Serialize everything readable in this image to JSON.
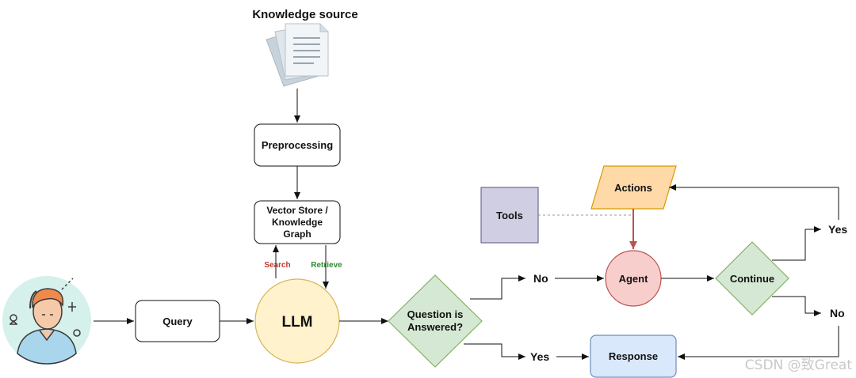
{
  "source": {
    "title": "Knowledge source"
  },
  "nodes": {
    "preprocessing": "Preprocessing",
    "vector_store": [
      "Vector Store /",
      "Knowledge",
      "Graph"
    ],
    "query": "Query",
    "llm": "LLM",
    "question": [
      "Question is",
      "Answered?"
    ],
    "tools": "Tools",
    "actions": "Actions",
    "agent": "Agent",
    "continue": "Continue",
    "response": "Response"
  },
  "edges": {
    "search": "Search",
    "retrieve": "Retrieve",
    "no_top": "No",
    "yes_bottom": "Yes",
    "yes_right": "Yes",
    "no_right": "No"
  },
  "colors": {
    "search": "#c0392b",
    "retrieve": "#2e8b2e",
    "llm_fill": "#fff2cc",
    "llm_stroke": "#d6b656",
    "decision_fill": "#d5e8d4",
    "decision_stroke": "#82b366",
    "tools_fill": "#d0cee2",
    "actions_fill": "#ffd9a8",
    "agent_fill": "#f8cecc",
    "response_fill": "#dae8fc",
    "agent_arrow": "#b85450"
  },
  "watermark": "CSDN @致Great"
}
